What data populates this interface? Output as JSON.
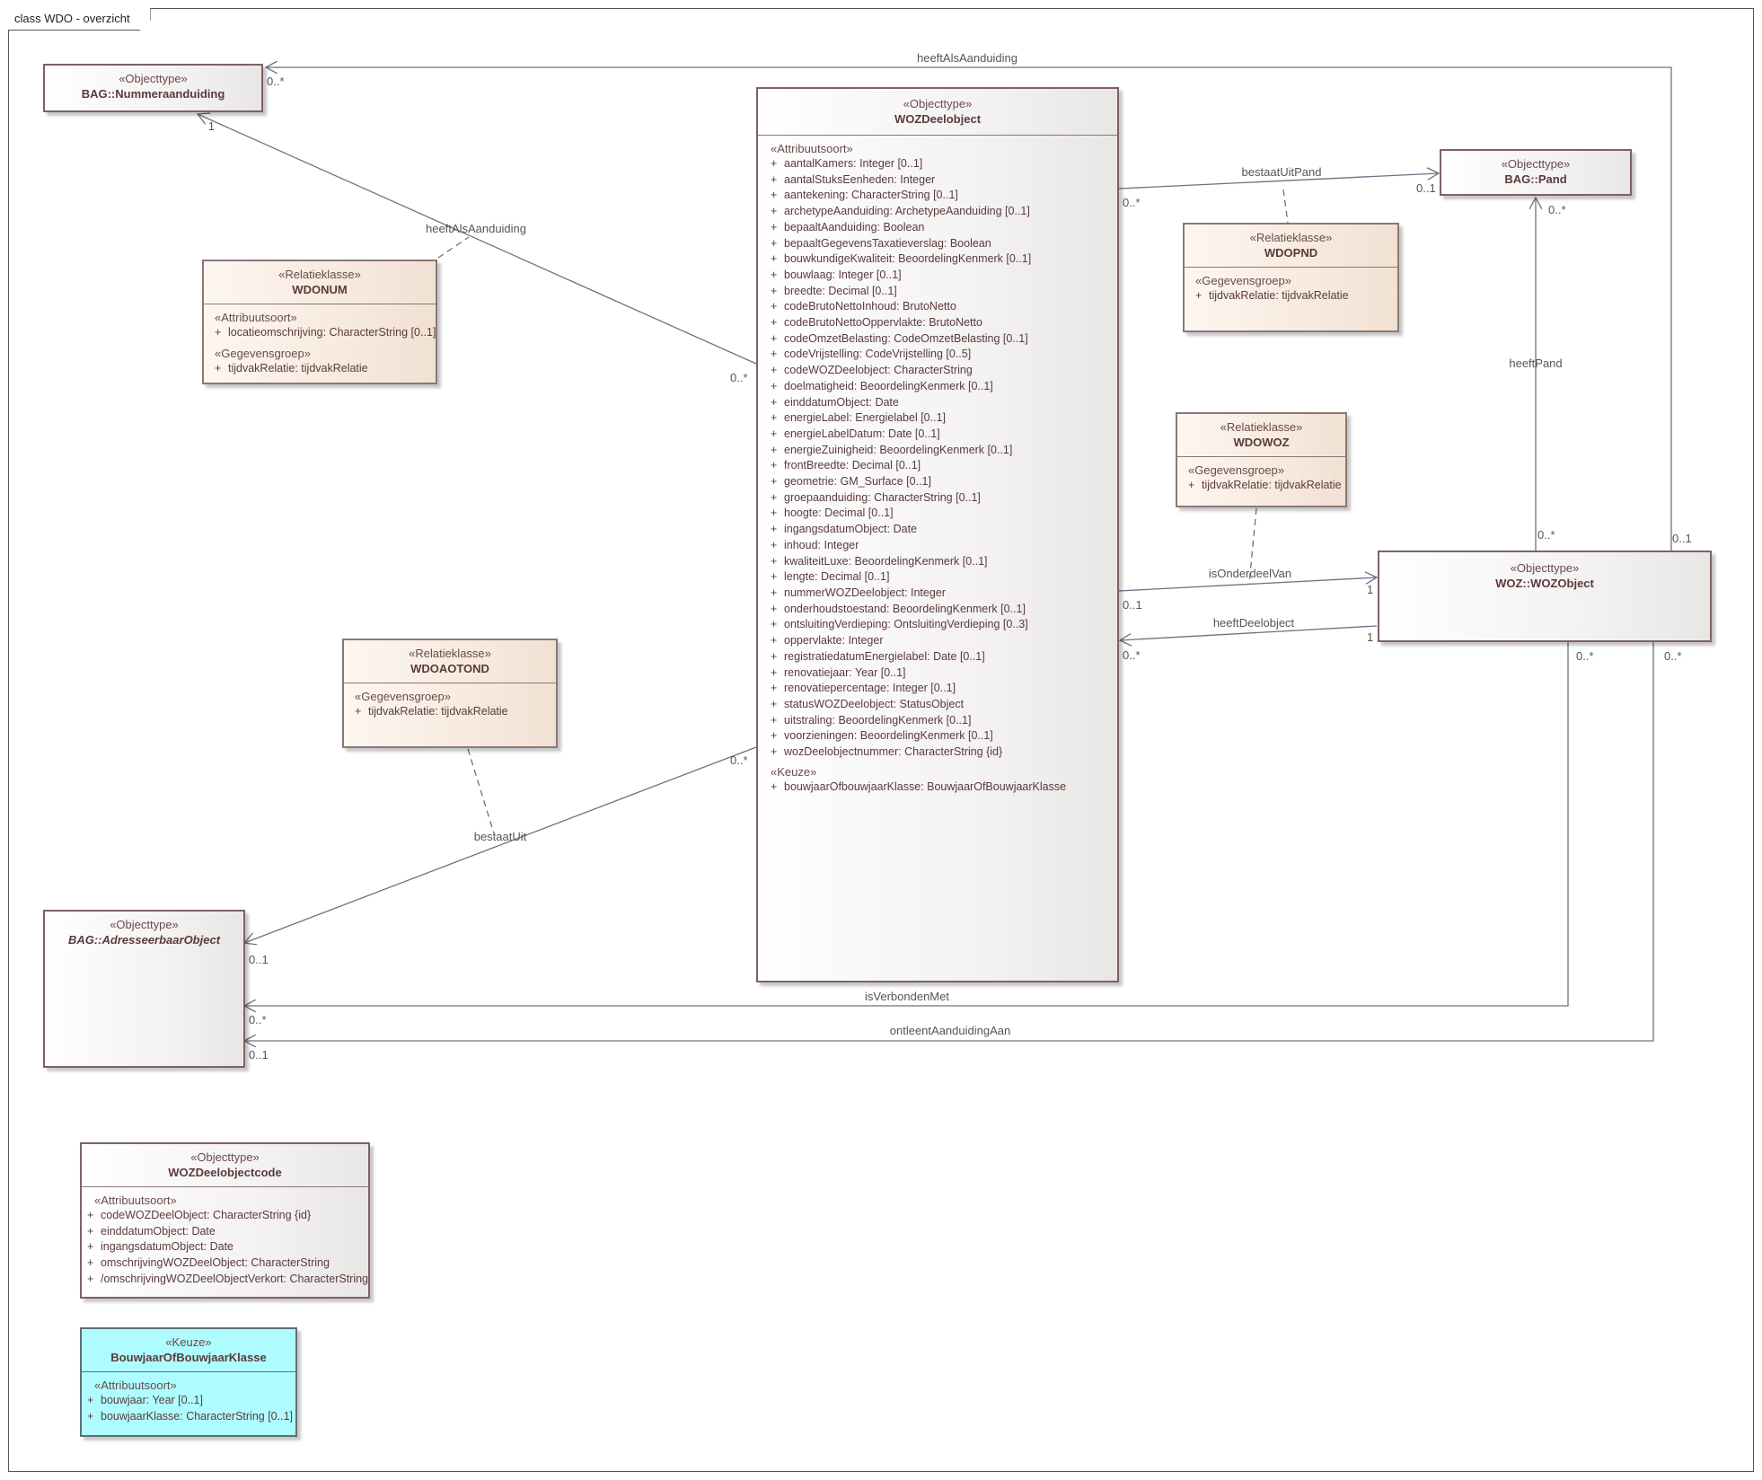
{
  "frame_title": "class WDO - overzicht",
  "classes": {
    "nummeraanduiding": {
      "stereotype": "«Objecttype»",
      "name": "BAG::Nummeraanduiding"
    },
    "wozdeelobject": {
      "stereotype": "«Objecttype»",
      "name": "WOZDeelobject",
      "attr_stereotype": "«Attribuutsoort»",
      "attributes": [
        "aantalKamers: Integer [0..1]",
        "aantalStuksEenheden: Integer",
        "aantekening: CharacterString [0..1]",
        "archetypeAanduiding: ArchetypeAanduiding [0..1]",
        "bepaaltAanduiding: Boolean",
        "bepaaltGegevensTaxatieverslag: Boolean",
        "bouwkundigeKwaliteit: BeoordelingKenmerk [0..1]",
        "bouwlaag: Integer [0..1]",
        "breedte: Decimal [0..1]",
        "codeBrutoNettoInhoud: BrutoNetto",
        "codeBrutoNettoOppervlakte: BrutoNetto",
        "codeOmzetBelasting: CodeOmzetBelasting [0..1]",
        "codeVrijstelling: CodeVrijstelling [0..5]",
        "codeWOZDeelobject: CharacterString",
        "doelmatigheid: BeoordelingKenmerk [0..1]",
        "einddatumObject: Date",
        "energieLabel: Energielabel [0..1]",
        "energieLabelDatum: Date [0..1]",
        "energieZuinigheid: BeoordelingKenmerk [0..1]",
        "frontBreedte: Decimal [0..1]",
        "geometrie: GM_Surface [0..1]",
        "groepaanduiding: CharacterString [0..1]",
        "hoogte: Decimal [0..1]",
        "ingangsdatumObject: Date",
        "inhoud: Integer",
        "kwaliteitLuxe: BeoordelingKenmerk [0..1]",
        "lengte: Decimal [0..1]",
        "nummerWOZDeelobject: Integer",
        "onderhoudstoestand: BeoordelingKenmerk [0..1]",
        "ontsluitingVerdieping: OntsluitingVerdieping [0..3]",
        "oppervlakte: Integer",
        "registratiedatumEnergielabel: Date [0..1]",
        "renovatiejaar: Year [0..1]",
        "renovatiepercentage: Integer [0..1]",
        "statusWOZDeelobject: StatusObject",
        "uitstraling: BeoordelingKenmerk [0..1]",
        "voorzieningen: BeoordelingKenmerk [0..1]",
        "wozDeelobjectnummer: CharacterString {id}"
      ],
      "keuze_stereotype": "«Keuze»",
      "keuze_attributes": [
        "bouwjaarOfbouwjaarKlasse: BouwjaarOfBouwjaarKlasse"
      ]
    },
    "pand": {
      "stereotype": "«Objecttype»",
      "name": "BAG::Pand"
    },
    "wdopnd": {
      "stereotype": "«Relatieklasse»",
      "name": "WDOPND",
      "group_stereotype": "«Gegevensgroep»",
      "attributes": [
        "tijdvakRelatie: tijdvakRelatie"
      ]
    },
    "wdonum": {
      "stereotype": "«Relatieklasse»",
      "name": "WDONUM",
      "attr_stereotype": "«Attribuutsoort»",
      "attributes": [
        "locatieomschrijving: CharacterString [0..1]"
      ],
      "group_stereotype": "«Gegevensgroep»",
      "group_attributes": [
        "tijdvakRelatie: tijdvakRelatie"
      ]
    },
    "wdowoz": {
      "stereotype": "«Relatieklasse»",
      "name": "WDOWOZ",
      "group_stereotype": "«Gegevensgroep»",
      "attributes": [
        "tijdvakRelatie: tijdvakRelatie"
      ]
    },
    "wozobject": {
      "stereotype": "«Objecttype»",
      "name": "WOZ::WOZObject"
    },
    "wdoaotond": {
      "stereotype": "«Relatieklasse»",
      "name": "WDOAOTOND",
      "group_stereotype": "«Gegevensgroep»",
      "attributes": [
        "tijdvakRelatie: tijdvakRelatie"
      ]
    },
    "adresseerbaar": {
      "stereotype": "«Objecttype»",
      "name": "BAG::AdresseerbaarObject"
    },
    "deelobjectcode": {
      "stereotype": "«Objecttype»",
      "name": "WOZDeelobjectcode",
      "attr_stereotype": "«Attribuutsoort»",
      "attributes": [
        "codeWOZDeelObject: CharacterString {id}",
        "einddatumObject: Date",
        "ingangsdatumObject: Date",
        "omschrijvingWOZDeelObject: CharacterString",
        "/omschrijvingWOZDeelObjectVerkort: CharacterString"
      ]
    },
    "bouwjaarklasse": {
      "stereotype": "«Keuze»",
      "name": "BouwjaarOfBouwjaarKlasse",
      "attr_stereotype": "«Attribuutsoort»",
      "attributes": [
        "bouwjaar: Year [0..1]",
        "bouwjaarKlasse: CharacterString [0..1]"
      ]
    }
  },
  "associations": {
    "heeftAlsAanduiding_top": {
      "label": "heeftAlsAanduiding",
      "mult": [
        "0..1",
        "0..*"
      ]
    },
    "heeftAlsAanduiding_diag": {
      "label": "heeftAlsAanduiding",
      "mult": [
        "1",
        "0..*"
      ]
    },
    "bestaatUitPand": {
      "label": "bestaatUitPand",
      "mult": [
        "0..*",
        "0..1"
      ]
    },
    "heeftPand": {
      "label": "heeftPand",
      "mult": [
        "0..*",
        "0..*"
      ]
    },
    "isOnderdeelVan": {
      "label": "isOnderdeelVan",
      "mult": [
        "0..1",
        "1"
      ]
    },
    "heeftDeelobject": {
      "label": "heeftDeelobject",
      "mult": [
        "1",
        "0..*"
      ]
    },
    "bestaatUit": {
      "label": "bestaatUit",
      "mult": [
        "0..*",
        "0..1"
      ]
    },
    "isVerbondenMet": {
      "label": "isVerbondenMet",
      "mult": [
        "0..*",
        "0..*"
      ]
    },
    "ontleentAanduidingAan": {
      "label": "ontleentAanduidingAan",
      "mult": [
        "0..*",
        "0..1"
      ]
    }
  },
  "colors": {
    "objecttype_fill": "#f4f2f2",
    "relatieklasse_fill": "#f7eadf",
    "keuze_fill": "#aefcff",
    "border": "#7e6262",
    "line": "#6f6f85"
  }
}
